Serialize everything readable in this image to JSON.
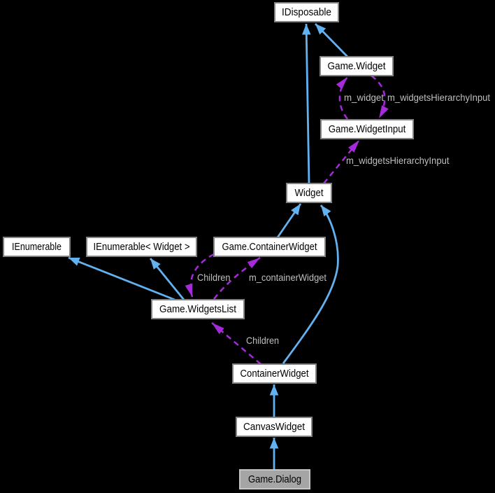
{
  "diagram": {
    "kind": "collaboration-graph",
    "background_color": "#000000",
    "colors": {
      "inheritance_edge": "#62b1f1",
      "usage_edge": "#a52ada",
      "node_fill": "#ffffff",
      "node_border": "#838383",
      "selected_node_fill": "#a5a5a5",
      "selected_node_border": "#c6c6c6",
      "node_text": "#000000",
      "edge_label_text": "#bfbfbf"
    }
  },
  "nodes": {
    "idisposable": {
      "label": "IDisposable"
    },
    "game_widget": {
      "label": "Game.Widget"
    },
    "game_widgetinput": {
      "label": "Game.WidgetInput"
    },
    "widget": {
      "label": "Widget"
    },
    "ienumerable": {
      "label": "IEnumerable"
    },
    "ienumerable_widget": {
      "label": "IEnumerable< Widget >"
    },
    "game_containerwidget": {
      "label": "Game.ContainerWidget"
    },
    "game_widgetslist": {
      "label": "Game.WidgetsList"
    },
    "containerwidget": {
      "label": "ContainerWidget"
    },
    "canvaswidget": {
      "label": "CanvasWidget"
    },
    "game_dialog": {
      "label": "Game.Dialog",
      "selected": true
    }
  },
  "edge_labels": {
    "m_widget": "m_widget",
    "m_widgets_hierarchy_input_top": "m_widgetsHierarchyInput",
    "m_widgets_hierarchy_input_mid": "m_widgetsHierarchyInput",
    "children_top": "Children",
    "m_container_widget": "m_containerWidget",
    "children_bottom": "Children"
  }
}
